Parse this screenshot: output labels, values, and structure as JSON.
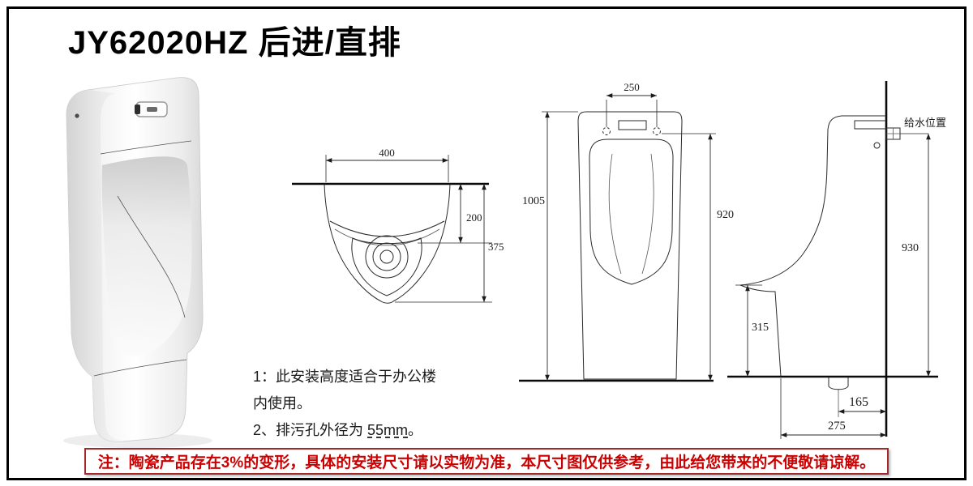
{
  "title": "JY62020HZ 后进/直排",
  "top_view": {
    "width_mm": "400",
    "drain_depth_mm": "200",
    "total_depth_mm": "375"
  },
  "front_view": {
    "inlet_spacing_mm": "250",
    "total_height_mm": "1005",
    "inlet_height_mm": "920"
  },
  "side_view": {
    "water_supply_label": "给水位置",
    "supply_height_mm": "930",
    "rim_height_mm": "315",
    "drain_offset_mm": "165",
    "depth_mm": "275"
  },
  "notes": {
    "line1": "1：此安装高度适合于办公楼",
    "line2": "内使用。",
    "line3_prefix": "2、排污孔外径为 ",
    "line3_value": "55mm",
    "line3_suffix": "。"
  },
  "disclaimer": "注：陶瓷产品存在3%的变形，具体的安装尺寸请以实物为准，本尺寸图仅供参考，由此给您带来的不便敬请谅解。",
  "colors": {
    "line": "#2a2a2a",
    "heavy_line": "#0a0a0a",
    "disclaimer_text": "#cc0000",
    "disclaimer_border": "#a22a2a"
  }
}
